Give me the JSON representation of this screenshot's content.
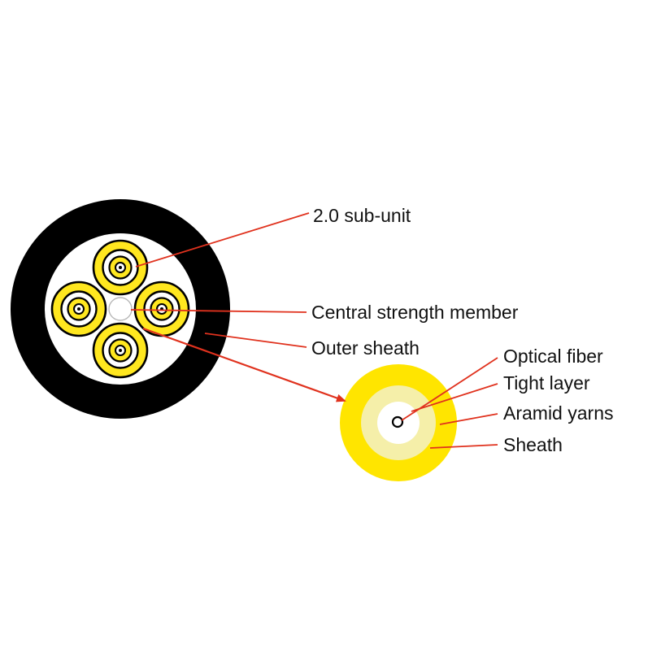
{
  "diagram": {
    "labels": {
      "sub_unit": "2.0 sub-unit",
      "central_strength_member": "Central strength member",
      "outer_sheath": "Outer sheath",
      "optical_fiber": "Optical fiber",
      "tight_layer": "Tight layer",
      "aramid_yarns": "Aramid yarns",
      "sheath": "Sheath"
    },
    "colors": {
      "sheath_black": "#000000",
      "subunit_yellow": "#ffe71f",
      "detail_outer_yellow": "#ffe500",
      "detail_aramid_yellow": "#f5efa9",
      "leader_red": "#e0321e",
      "text": "#111111",
      "background": "#ffffff"
    }
  }
}
